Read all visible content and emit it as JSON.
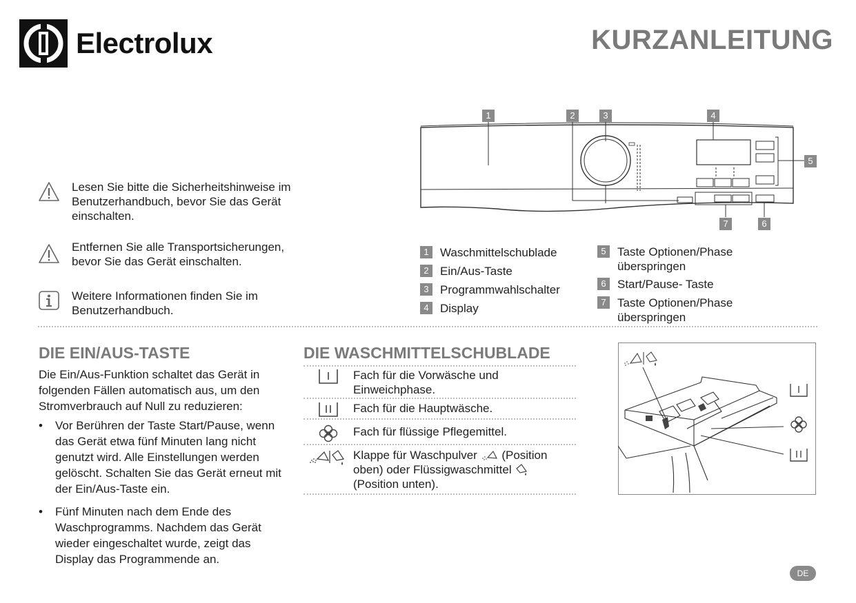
{
  "header": {
    "brand": "Electrolux",
    "title": "KURZANLEITUNG"
  },
  "warnings": [
    {
      "icon": "warning-triangle-icon",
      "text": "Lesen Sie bitte die Sicherheitshinweise im Benutzerhandbuch, bevor Sie das Gerät einschalten."
    },
    {
      "icon": "warning-triangle-icon",
      "text": "Entfernen Sie alle Transportsicherungen, bevor Sie das Gerät einschalten."
    },
    {
      "icon": "info-icon",
      "text": "Weitere Informationen finden Sie im Benutzerhandbuch."
    }
  ],
  "machine_callouts": [
    "1",
    "2",
    "3",
    "4",
    "5",
    "7",
    "6"
  ],
  "legend_left": [
    {
      "num": "1",
      "label": "Waschmittelschublade"
    },
    {
      "num": "2",
      "label": "Ein/Aus-Taste"
    },
    {
      "num": "3",
      "label": "Programmwahlschalter"
    },
    {
      "num": "4",
      "label": "Display"
    }
  ],
  "legend_right": [
    {
      "num": "5",
      "label": "Taste Optionen/Phase überspringen"
    },
    {
      "num": "6",
      "label": "Start/Pause- Taste"
    },
    {
      "num": "7",
      "label": "Taste Optionen/Phase überspringen"
    }
  ],
  "onoff": {
    "heading": "DIE EIN/AUS-TASTE",
    "intro": "Die Ein/Aus-Funktion schaltet das Gerät in folgenden Fällen automatisch aus, um den Stromverbrauch auf Null zu reduzieren:",
    "bullet_char": "•",
    "bullets": [
      "Vor Berühren der Taste Start/Pause, wenn das Gerät etwa fünf Minuten lang nicht genutzt wird. Alle Einstellungen werden gelöscht. Schalten Sie das Gerät erneut mit der Ein/Aus-Taste ein.",
      "Fünf Minuten nach dem Ende des Waschprogramms. Nachdem das Gerät wieder eingeschaltet wurde, zeigt das Display das Programmende an."
    ]
  },
  "drawer": {
    "heading": "DIE WASCHMITTELSCHUBLADE",
    "rows": [
      {
        "icon": "prewash-compartment-icon",
        "text": "Fach für die Vorwäsche und Einweichphase."
      },
      {
        "icon": "mainwash-compartment-icon",
        "text": "Fach für die Hauptwäsche."
      },
      {
        "icon": "flower-softener-icon",
        "text": "Fach für flüssige Pflegemittel."
      },
      {
        "icon": "powder-liquid-flap-icon",
        "text_a": "Klappe für Waschpulver",
        "text_b": "(Position oben) oder Flüssigwaschmittel",
        "text_c": "(Position unten)."
      }
    ]
  },
  "footer": {
    "lang": "DE"
  }
}
